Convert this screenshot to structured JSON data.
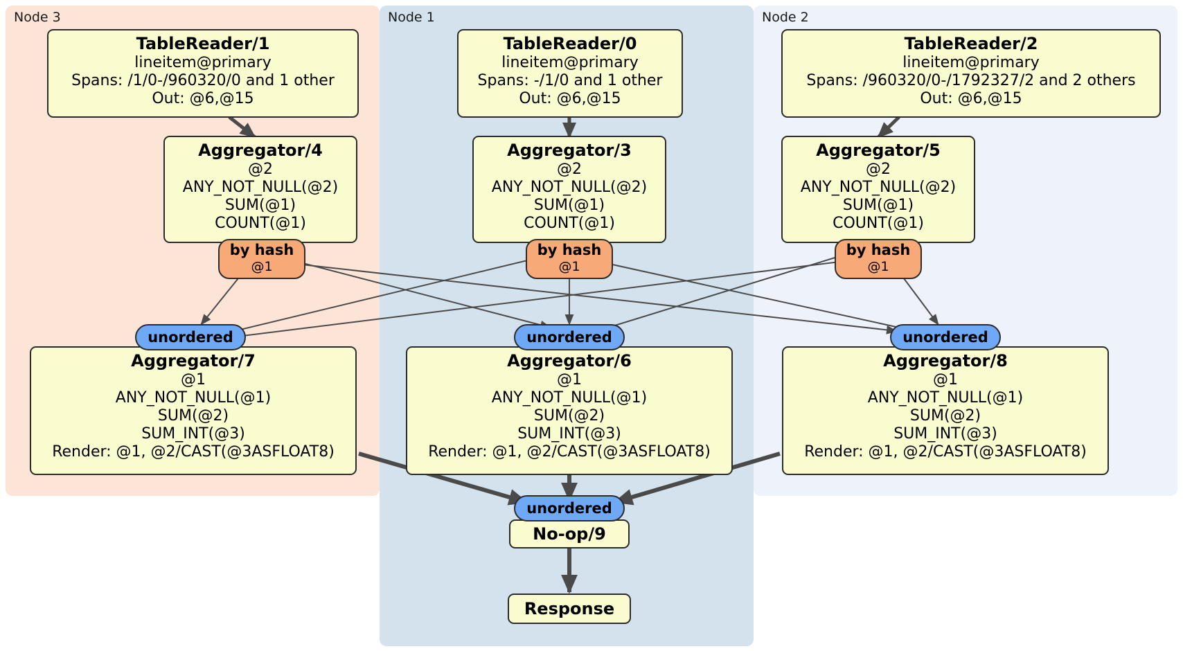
{
  "diagram": {
    "type": "distributed-query-plan",
    "panels": [
      {
        "id": "node3",
        "label": "Node 3",
        "color": "#fce4d6"
      },
      {
        "id": "node1",
        "label": "Node 1",
        "color": "#d3e2ec"
      },
      {
        "id": "node2",
        "label": "Node 2",
        "color": "#eef2fa"
      }
    ],
    "boxes": {
      "tablereader1": {
        "title": "TableReader/1",
        "lines": [
          "lineitem@primary",
          "Spans: /1/0-/960320/0 and 1 other",
          "Out: @6,@15"
        ]
      },
      "tablereader0": {
        "title": "TableReader/0",
        "lines": [
          "lineitem@primary",
          "Spans: -/1/0 and 1 other",
          "Out: @6,@15"
        ]
      },
      "tablereader2": {
        "title": "TableReader/2",
        "lines": [
          "lineitem@primary",
          "Spans: /960320/0-/1792327/2 and 2 others",
          "Out: @6,@15"
        ]
      },
      "aggregator4": {
        "title": "Aggregator/4",
        "lines": [
          "@2",
          "ANY_NOT_NULL(@2)",
          "SUM(@1)",
          "COUNT(@1)"
        ]
      },
      "aggregator3": {
        "title": "Aggregator/3",
        "lines": [
          "@2",
          "ANY_NOT_NULL(@2)",
          "SUM(@1)",
          "COUNT(@1)"
        ]
      },
      "aggregator5": {
        "title": "Aggregator/5",
        "lines": [
          "@2",
          "ANY_NOT_NULL(@2)",
          "SUM(@1)",
          "COUNT(@1)"
        ]
      },
      "aggregator7": {
        "title": "Aggregator/7",
        "lines": [
          "@1",
          "ANY_NOT_NULL(@1)",
          "SUM(@2)",
          "SUM_INT(@3)",
          "Render: @1, @2/CAST(@3ASFLOAT8)"
        ]
      },
      "aggregator6": {
        "title": "Aggregator/6",
        "lines": [
          "@1",
          "ANY_NOT_NULL(@1)",
          "SUM(@2)",
          "SUM_INT(@3)",
          "Render: @1, @2/CAST(@3ASFLOAT8)"
        ]
      },
      "aggregator8": {
        "title": "Aggregator/8",
        "lines": [
          "@1",
          "ANY_NOT_NULL(@1)",
          "SUM(@2)",
          "SUM_INT(@3)",
          "Render: @1, @2/CAST(@3ASFLOAT8)"
        ]
      },
      "noop9": {
        "title": "No-op/9",
        "lines": []
      },
      "response": {
        "title": "Response",
        "lines": []
      }
    },
    "badges": {
      "hash_left": {
        "main": "by hash",
        "sub": "@1"
      },
      "hash_center": {
        "main": "by hash",
        "sub": "@1"
      },
      "hash_right": {
        "main": "by hash",
        "sub": "@1"
      },
      "unordered_left": {
        "main": "unordered"
      },
      "unordered_center": {
        "main": "unordered"
      },
      "unordered_right": {
        "main": "unordered"
      },
      "unordered_final": {
        "main": "unordered"
      }
    },
    "colors": {
      "box_fill": "#fbfbd0",
      "box_stroke": "#2b2b2b",
      "hash_fill": "#f7a978",
      "unordered_fill": "#6fa8f5",
      "edge": "#4a4a4a",
      "panel_node3": "#fce4d6",
      "panel_node1": "#d3e2ec",
      "panel_node2": "#eef2fa"
    }
  }
}
